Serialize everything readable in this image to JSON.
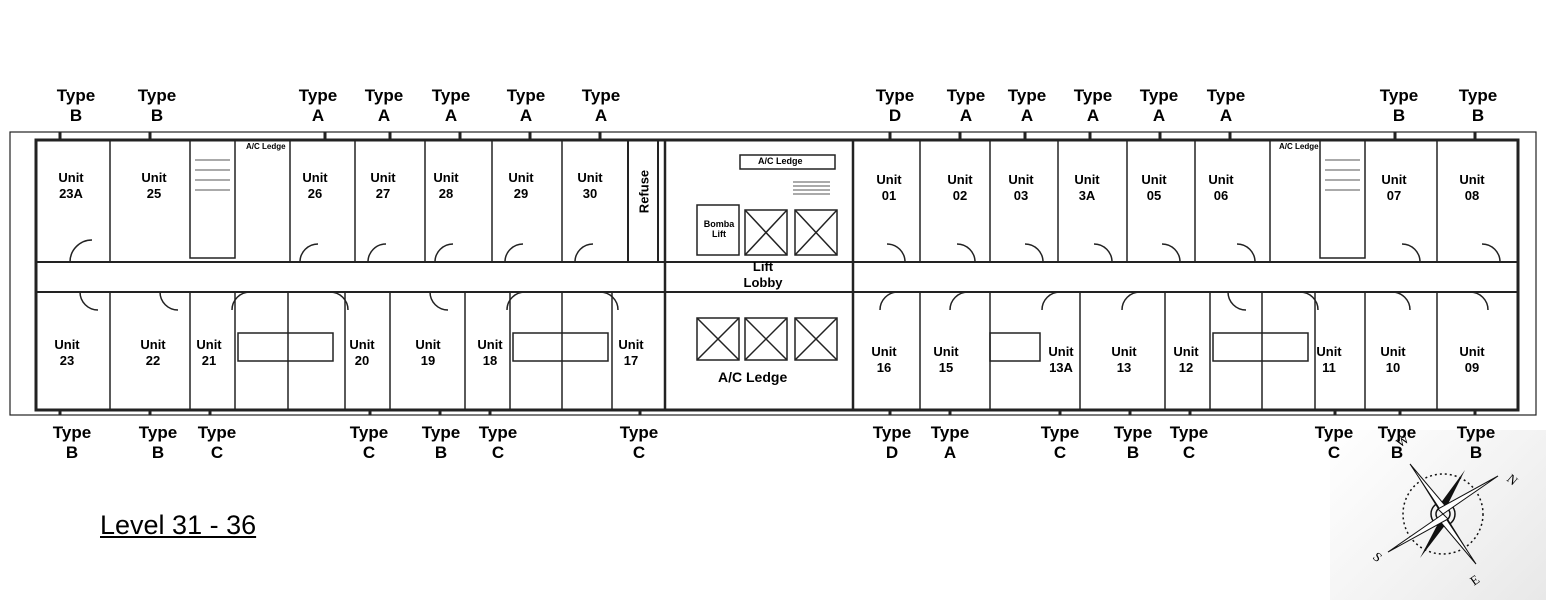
{
  "level_title": "Level 31 - 36",
  "labels": {
    "type_word": "Type",
    "unit_word": "Unit",
    "refuse": "Refuse",
    "bomba_lift": "Bomba Lift",
    "lift_lobby": "Lift Lobby",
    "ac_ledge": "A/C Ledge"
  },
  "top_types": [
    "B",
    "B",
    "A",
    "A",
    "A",
    "A",
    "A",
    "D",
    "A",
    "A",
    "A",
    "A",
    "A",
    "B",
    "B"
  ],
  "top_units": [
    "23A",
    "25",
    "26",
    "27",
    "28",
    "29",
    "30",
    "01",
    "02",
    "03",
    "3A",
    "05",
    "06",
    "07",
    "08"
  ],
  "bottom_units": [
    "23",
    "22",
    "21",
    "20",
    "19",
    "18",
    "17",
    "16",
    "15",
    "13A",
    "13",
    "12",
    "11",
    "10",
    "09"
  ],
  "bottom_types": [
    "B",
    "B",
    "C",
    "C",
    "B",
    "C",
    "C",
    "D",
    "A",
    "C",
    "B",
    "C",
    "C",
    "B",
    "B"
  ],
  "compass_letters": [
    "W",
    "N",
    "S",
    "E"
  ]
}
